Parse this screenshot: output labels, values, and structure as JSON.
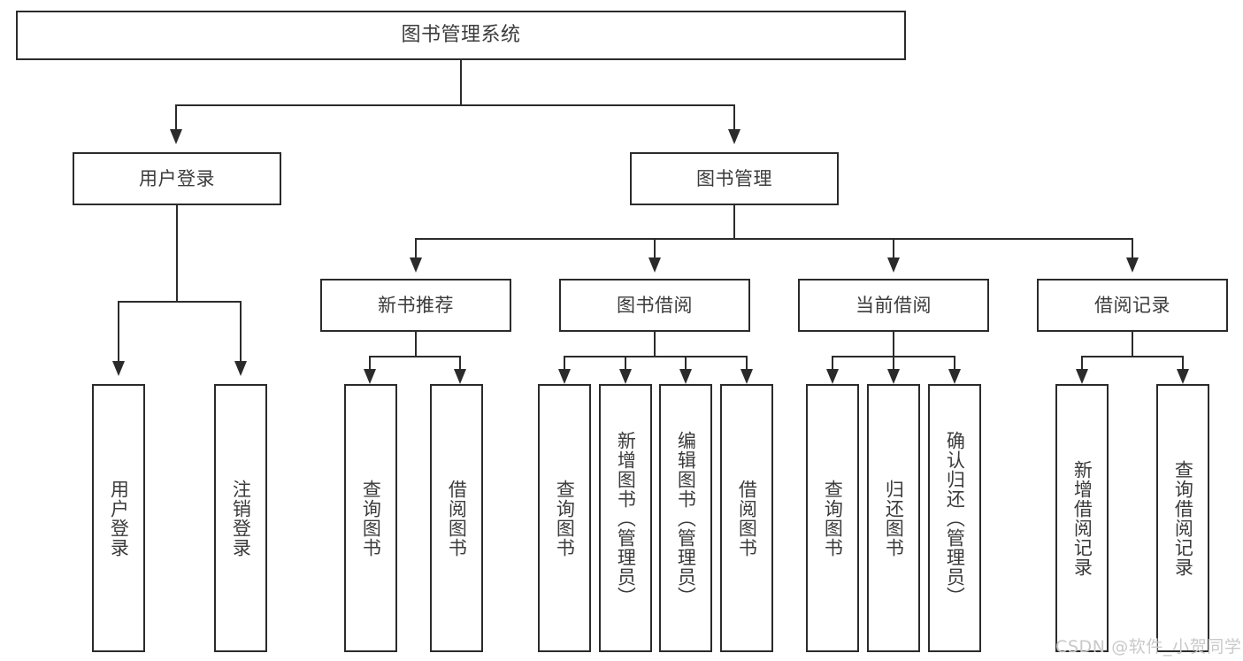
{
  "diagram": {
    "type": "tree-hierarchy-chart",
    "title": "图书管理系统",
    "watermark": "CSDN @软件_小贺同学",
    "colors": {
      "box_border": "#2b2b2b",
      "box_fill": "#ffffff",
      "text": "#3b3b3b",
      "connector": "#2b2b2b",
      "watermark": "#c9c9c9",
      "background": "#ffffff"
    },
    "levels": {
      "root": {
        "label": "图书管理系统"
      },
      "level2": [
        {
          "id": "user-login",
          "label": "用户登录"
        },
        {
          "id": "book-management",
          "label": "图书管理"
        }
      ],
      "level3": [
        {
          "id": "new-book-recommend",
          "label": "新书推荐",
          "parent": "book-management"
        },
        {
          "id": "book-borrow",
          "label": "图书借阅",
          "parent": "book-management"
        },
        {
          "id": "current-borrow",
          "label": "当前借阅",
          "parent": "book-management"
        },
        {
          "id": "borrow-record",
          "label": "借阅记录",
          "parent": "book-management"
        }
      ],
      "leaves": [
        {
          "id": "leaf-user-login",
          "label": "用户登录",
          "parent": "user-login"
        },
        {
          "id": "leaf-logout-login",
          "label": "注销登录",
          "parent": "user-login"
        },
        {
          "id": "leaf-query-book-1",
          "label": "查询图书",
          "parent": "new-book-recommend"
        },
        {
          "id": "leaf-borrow-book-1",
          "label": "借阅图书",
          "parent": "new-book-recommend"
        },
        {
          "id": "leaf-query-book-2",
          "label": "查询图书",
          "parent": "book-borrow"
        },
        {
          "id": "leaf-add-book",
          "label": "新增图书（管理员）",
          "parent": "book-borrow"
        },
        {
          "id": "leaf-edit-book",
          "label": "编辑图书（管理员）",
          "parent": "book-borrow"
        },
        {
          "id": "leaf-borrow-book-2",
          "label": "借阅图书",
          "parent": "book-borrow"
        },
        {
          "id": "leaf-query-book-3",
          "label": "查询图书",
          "parent": "current-borrow"
        },
        {
          "id": "leaf-return-book",
          "label": "归还图书",
          "parent": "current-borrow"
        },
        {
          "id": "leaf-confirm-return",
          "label": "确认归还（管理员）",
          "parent": "current-borrow"
        },
        {
          "id": "leaf-add-record",
          "label": "新增借阅记录",
          "parent": "borrow-record"
        },
        {
          "id": "leaf-query-record",
          "label": "查询借阅记录",
          "parent": "borrow-record"
        }
      ]
    }
  }
}
